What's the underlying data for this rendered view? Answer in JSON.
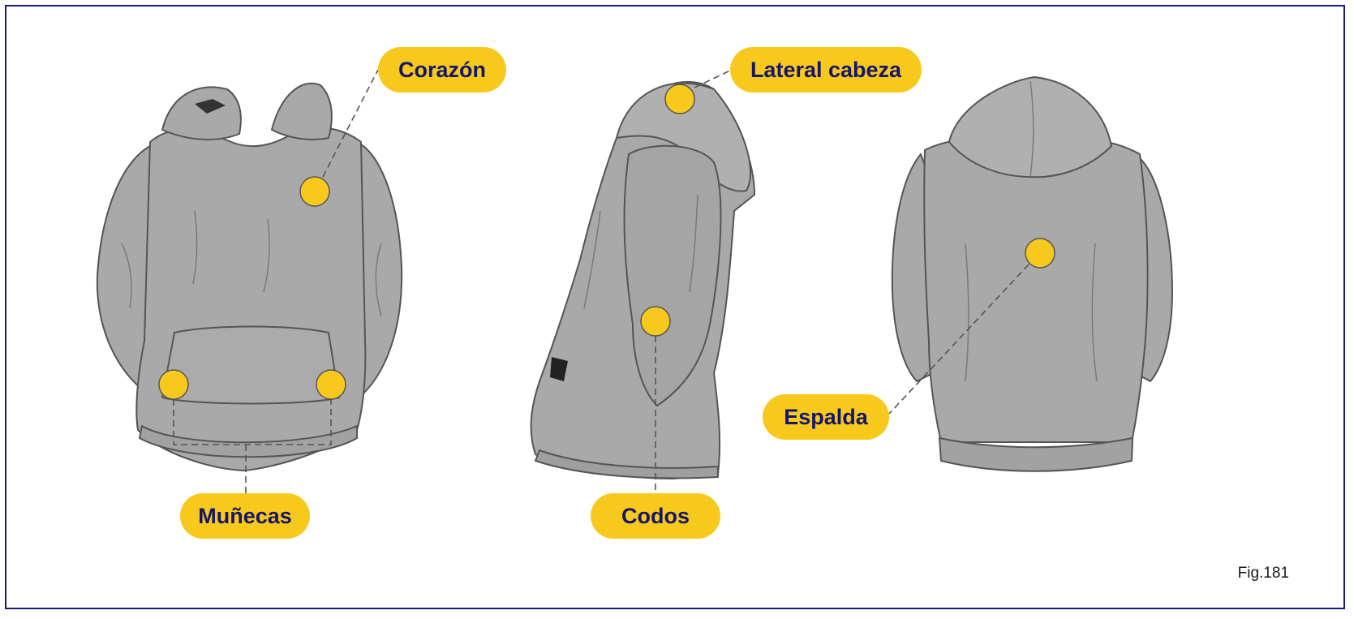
{
  "labels": {
    "corazon": "Corazón",
    "lateral_cabeza": "Lateral cabeza",
    "munecas": "Muñecas",
    "codos": "Codos",
    "espalda": "Espalda"
  },
  "figure_caption": "Fig.181",
  "colors": {
    "frame": "#1a1a78",
    "marker": "#f8c91d",
    "label_text": "#15156a",
    "garment": "#a9a9a9",
    "garment_outline": "#555555"
  },
  "icons": [
    "hoodie-front-illustration",
    "hoodie-side-illustration",
    "hoodie-back-illustration"
  ]
}
